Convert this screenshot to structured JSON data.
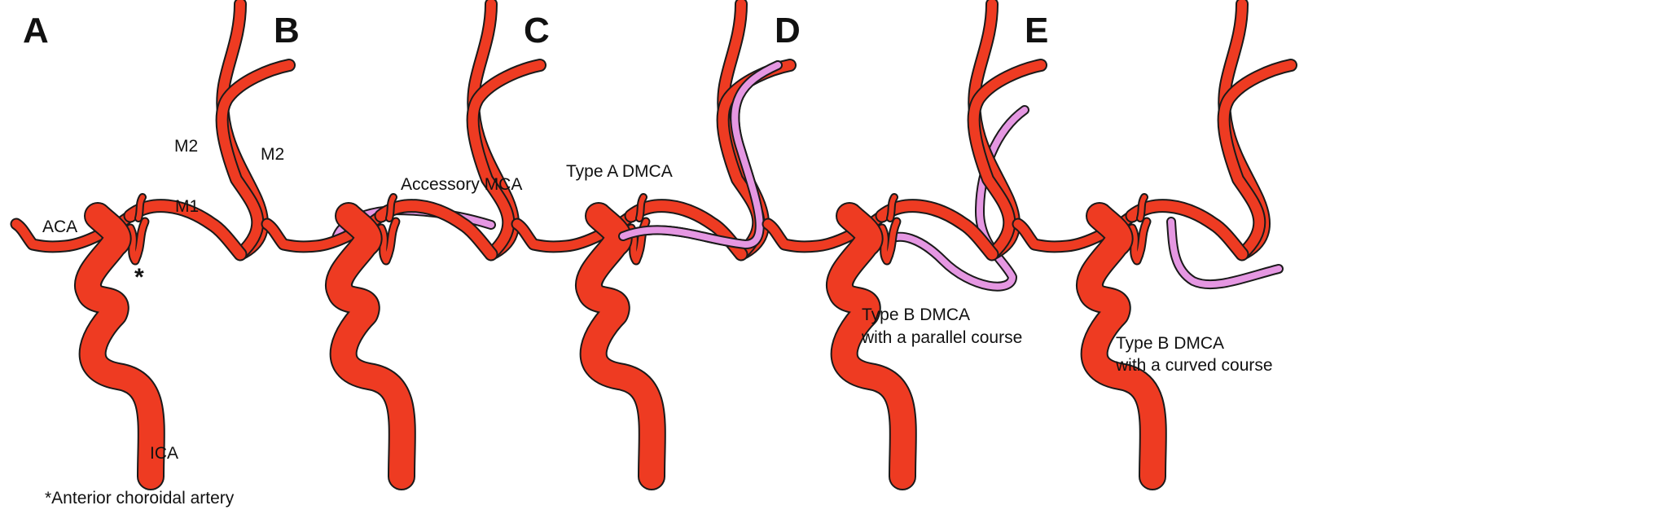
{
  "colors": {
    "artery": "#ee3b22",
    "outline": "#1a1a1a",
    "variant": "#e597e2",
    "text": "#111111",
    "background": "#ffffff"
  },
  "panels": [
    {
      "letter": "A",
      "variant": "none",
      "labels": {
        "m2_left": "M2",
        "m2_right": "M2",
        "m1": "M1",
        "aca": "ACA",
        "ica": "ICA",
        "asterisk": "*"
      }
    },
    {
      "letter": "B",
      "variant": "accessory",
      "labels": {
        "variant_line1": "Accessory MCA"
      }
    },
    {
      "letter": "C",
      "variant": "typeA",
      "labels": {
        "variant_line1": "Type A DMCA"
      }
    },
    {
      "letter": "D",
      "variant": "typeB_parallel",
      "labels": {
        "variant_line1": "Type B DMCA",
        "variant_line2": "with a parallel course"
      }
    },
    {
      "letter": "E",
      "variant": "typeB_curved",
      "labels": {
        "variant_line1": "Type B DMCA",
        "variant_line2": "with a curved course"
      }
    }
  ],
  "footnote": "*Anterior choroidal artery"
}
